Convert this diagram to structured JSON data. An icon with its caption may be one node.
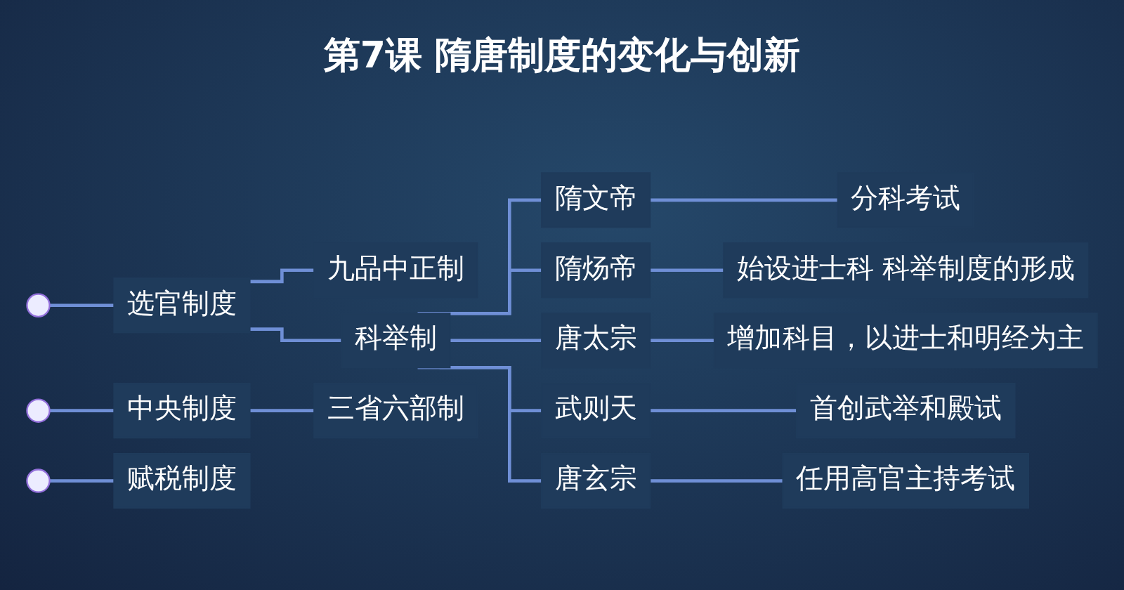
{
  "diagram": {
    "title": "第7课 隋唐制度的变化与创新",
    "nodes": [
      {
        "text": [
          "选官制度"
        ]
      },
      {
        "text": [
          "九品中正制"
        ]
      },
      {
        "text": [
          "科举制"
        ]
      },
      {
        "text": [
          "隋文帝"
        ]
      },
      {
        "text": [
          "分科考试"
        ]
      },
      {
        "text": [
          "隋炀帝"
        ]
      },
      {
        "text": [
          "始设进士科 科举制度的形成"
        ]
      },
      {
        "text": [
          "唐太宗"
        ]
      },
      {
        "text": [
          "增加科目，以进士和明经为主"
        ]
      },
      {
        "text": [
          "武则天"
        ]
      },
      {
        "text": [
          "首创武举和殿试"
        ]
      },
      {
        "text": [
          "唐玄宗"
        ]
      },
      {
        "text": [
          "任用高官主持考试"
        ]
      },
      {
        "text": [
          "中央制度"
        ]
      },
      {
        "text": [
          "三省六部制"
        ]
      },
      {
        "text": [
          "赋税制度"
        ]
      }
    ],
    "edges": [
      {
        "from": null,
        "to": 0,
        "arrow": "none"
      },
      {
        "from": null,
        "to": 13,
        "arrow": "none"
      },
      {
        "from": null,
        "to": 15,
        "arrow": "none"
      },
      {
        "from": 0,
        "to": 1,
        "arrow": "none"
      },
      {
        "from": 0,
        "to": 2,
        "arrow": "none"
      },
      {
        "from": 2,
        "to": 3,
        "arrow": "none"
      },
      {
        "from": 2,
        "to": 5,
        "arrow": "none"
      },
      {
        "from": 2,
        "to": 7,
        "arrow": "none"
      },
      {
        "from": 2,
        "to": 9,
        "arrow": "none"
      },
      {
        "from": 2,
        "to": 11,
        "arrow": "none"
      },
      {
        "from": 3,
        "to": 4,
        "arrow": "none"
      },
      {
        "from": 5,
        "to": 6,
        "arrow": "none"
      },
      {
        "from": 7,
        "to": 8,
        "arrow": "none"
      },
      {
        "from": 9,
        "to": 10,
        "arrow": "none"
      },
      {
        "from": 11,
        "to": 12,
        "arrow": "none"
      },
      {
        "from": 13,
        "to": 14,
        "arrow": "none"
      }
    ]
  }
}
